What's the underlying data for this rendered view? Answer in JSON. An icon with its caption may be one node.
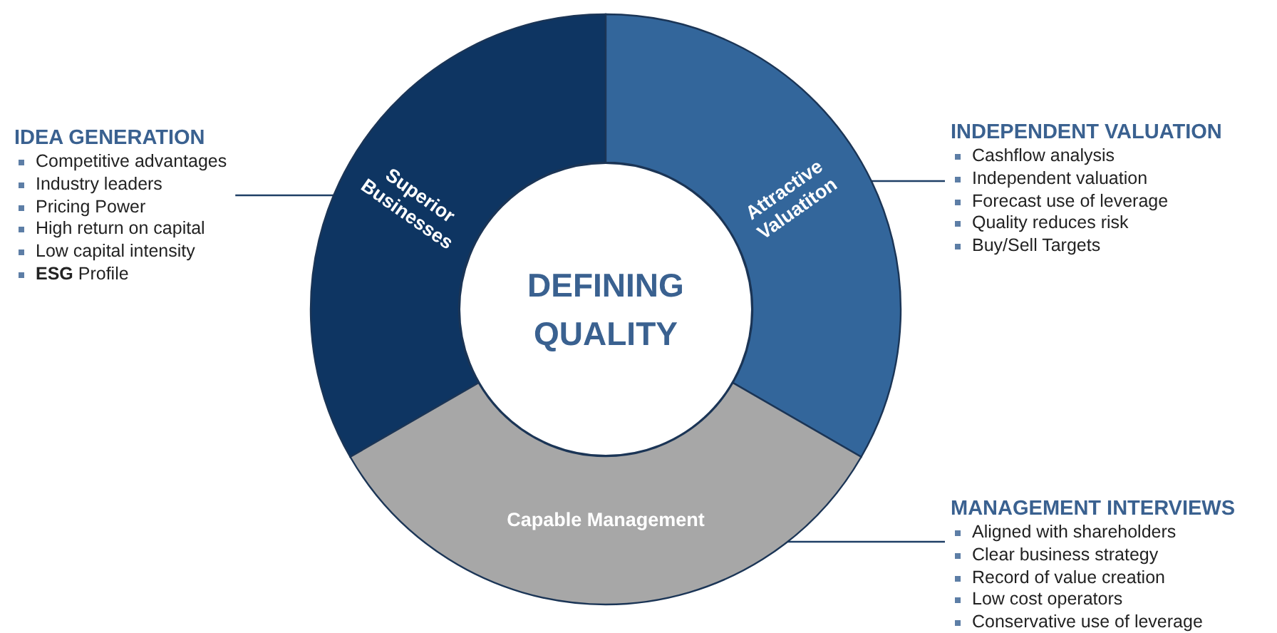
{
  "diagram": {
    "nodes": [
      {
        "text": [
          "IDEA GENERATION",
          "Competitive advantages",
          "Industry leaders",
          "Pricing Power",
          "High return on capital",
          "Low capital intensity",
          "**ESG** Profile"
        ]
      },
      {
        "text": [
          "Superior Businesses"
        ]
      },
      {
        "text": [
          "Attractive Valuatiton"
        ]
      },
      {
        "text": [
          "INDEPENDENT VALUATION",
          "Cashflow analysis",
          "Independent valuation",
          "Forecast use of leverage",
          "Quality reduces risk",
          "Buy/Sell Targets"
        ]
      },
      {
        "text": [
          "Capable Management"
        ]
      },
      {
        "text": [
          "MANAGEMENT INTERVIEWS",
          "Aligned with shareholders",
          "Clear business strategy",
          "Record of value creation",
          "Low cost operators",
          "Conservative use of leverage"
        ]
      },
      {
        "text": [
          "DEFINING QUALITY"
        ]
      }
    ],
    "edges": [
      {
        "from": 0,
        "to": 1,
        "arrow": "none"
      },
      {
        "from": 2,
        "to": 3,
        "arrow": "none"
      },
      {
        "from": 4,
        "to": 5,
        "arrow": "none"
      }
    ]
  }
}
